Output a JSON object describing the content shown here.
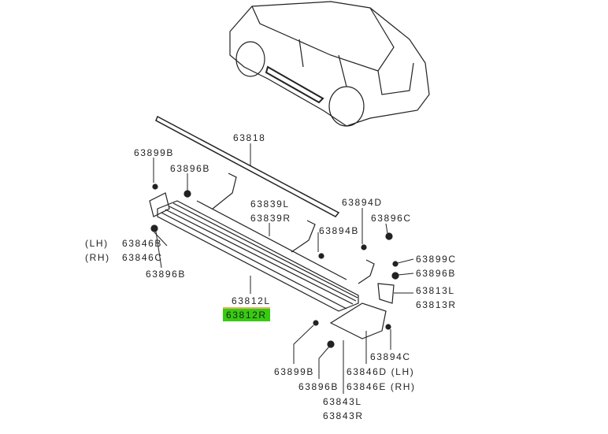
{
  "highlight_color": "#35cc10",
  "labels": {
    "p63818": "63818",
    "p63899B_top": "63899B",
    "p63896B_top": "63896B",
    "p63839L": "63839L",
    "p63839R": "63839R",
    "p63894D": "63894D",
    "p63896C": "63896C",
    "p63894B": "63894B",
    "lh1": "(LH)",
    "p63846B": "63846B",
    "rh1": "(RH)",
    "p63846C": "63846C",
    "p63896B_left": "63896B",
    "p63899C": "63899C",
    "p63896B_right": "63896B",
    "p63813L": "63813L",
    "p63813R": "63813R",
    "p63812L": "63812L",
    "p63812R": "63812R",
    "p63894C": "63894C",
    "p63899B_bottom": "63899B",
    "p63846D": "63846D (LH)",
    "p63846E": "63846E (RH)",
    "p63896B_bottom": "63896B",
    "p63843L": "63843L",
    "p63843R": "63843R"
  }
}
